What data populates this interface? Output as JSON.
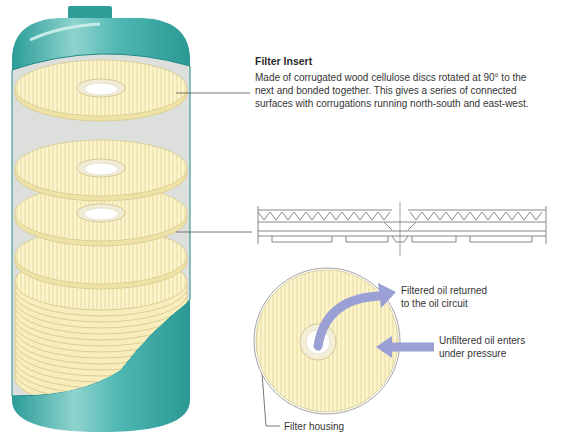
{
  "diagram": {
    "labels": [
      "Filter Insert",
      "Made of corrugated wood cellulose discs rotated at 90° to the next and bonded together. This gives a series of connected surfaces with corrugations running north-south and east-west.",
      "Filtered oil returned to the oil circuit",
      "Unfiltered oil enters under pressure",
      "Filter housing"
    ]
  }
}
